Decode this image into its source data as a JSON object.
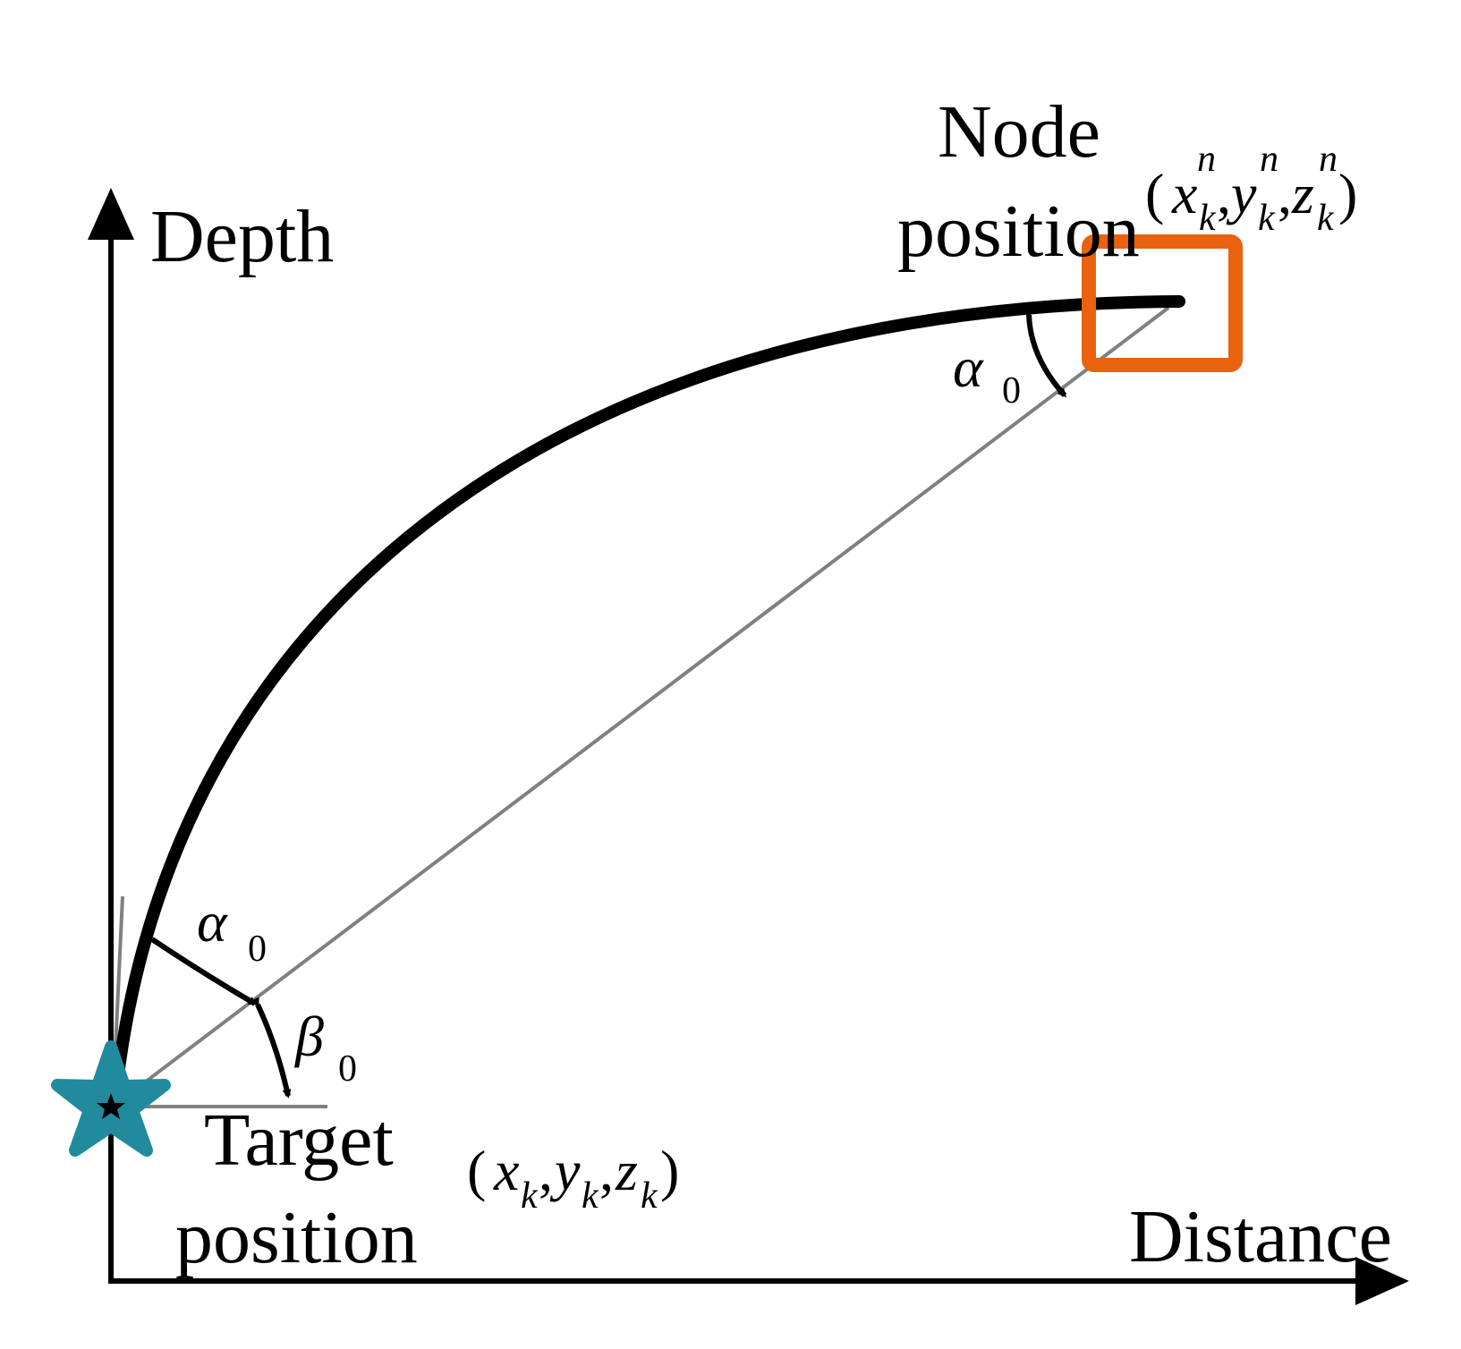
{
  "axes": {
    "y_label": "Depth",
    "x_label": "Distance"
  },
  "labels": {
    "node_line1": "Node",
    "node_line2": "position",
    "target_line1": "Target",
    "target_line2": "position"
  },
  "node_coords": {
    "open": "(",
    "x": "x",
    "y": "y",
    "z": "z",
    "sub": "k",
    "sup": "n",
    "comma": ",",
    "close": ")"
  },
  "target_coords": {
    "open": "(",
    "x": "x",
    "y": "y",
    "z": "z",
    "sub": "k",
    "comma": ",",
    "close": ")"
  },
  "angles": {
    "alpha": "α",
    "beta": "β",
    "zero": "0"
  },
  "colors": {
    "node_marker": "#E8620F",
    "target_star": "#218A9C",
    "ray": "#000000",
    "chord": "#808080",
    "axis": "#000000"
  },
  "icons": {
    "node_marker": "square-outline",
    "target_marker": "star"
  }
}
